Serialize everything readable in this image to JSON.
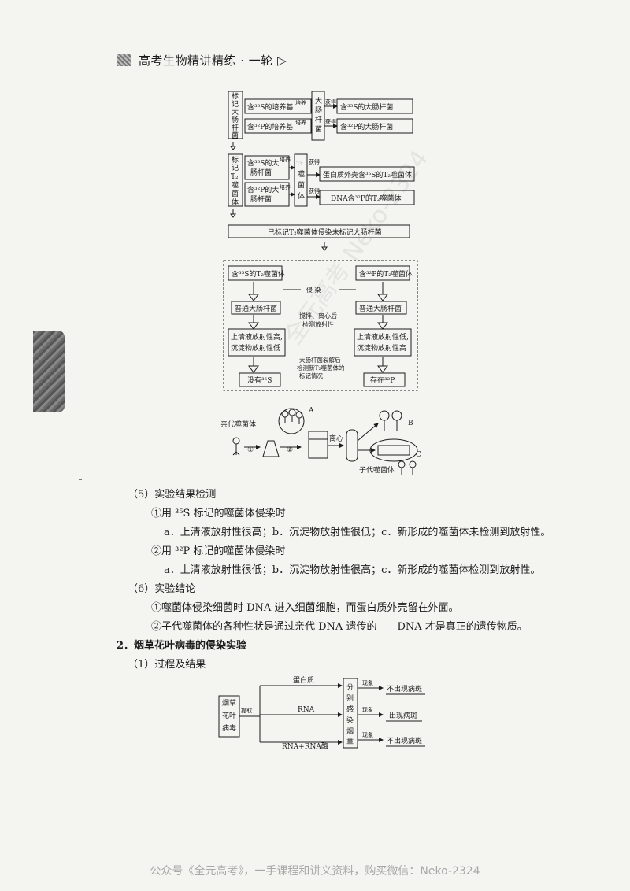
{
  "header": {
    "title": "高考生物精讲精练 · 一轮 ▷"
  },
  "diagram1": {
    "left_label_1": [
      "标",
      "记",
      "大",
      "肠",
      "杆",
      "菌"
    ],
    "box_s_medium": "含³⁵S的培养基",
    "box_p_medium": "含³²P的培养基",
    "culture": "培养",
    "obtain": "获得",
    "ecoli_vertical": [
      "大",
      "肠",
      "杆",
      "菌"
    ],
    "box_s_ecoli": "含³⁵S的大肠杆菌",
    "box_p_ecoli": "含³²P的大肠杆菌",
    "left_label_2": [
      "标",
      "记",
      "T₂",
      "噬",
      "菌",
      "体"
    ],
    "box_s_ecoli_2a": "含³⁵S的大",
    "box_s_ecoli_2b": "肠杆菌",
    "box_p_ecoli_2a": "含³²P的大",
    "box_p_ecoli_2b": "肠杆菌",
    "phage_vertical": [
      "T₂",
      "噬",
      "菌",
      "体"
    ],
    "box_s_phage": "蛋白质外壳含³⁵S的T₂噬菌体",
    "box_p_phage": "DNA含³²P的T₂噬菌体",
    "infect_bar": "已标记T₂噬菌体侵染未标记大肠杆菌"
  },
  "diagram2": {
    "left_phage": "含³⁵S的T₂噬菌体",
    "right_phage": "含³²P的T₂噬菌体",
    "infect": "侵  染",
    "left_ecoli": "普通大肠杆菌",
    "right_ecoli": "普通大肠杆菌",
    "stir_a": "搅拌、离心后",
    "stir_b": "检测放射性",
    "left_res_a": "上清液放射性高,",
    "left_res_b": "沉淀物放射性低",
    "right_res_a": "上清液放射性低,",
    "right_res_b": "沉淀物放射性高",
    "lyse_a": "大肠杆菌裂解后",
    "lyse_b": "检测新T₂噬菌体的",
    "lyse_c": "标记情况",
    "left_final": "没有³⁵S",
    "right_final": "存在³²P"
  },
  "diagram3": {
    "parent": "亲代噬菌体",
    "step1": "①",
    "step2": "②",
    "centrifuge": "离心",
    "label_a": "A",
    "label_b": "B",
    "label_c": "C",
    "offspring": "子代噬菌体"
  },
  "text": {
    "s5": "（5）实验结果检测",
    "s5_1": "①用 ³⁵S 标记的噬菌体侵染时",
    "s5_1a": "a．上清液放射性很高；b．沉淀物放射性很低；c．新形成的噬菌体未检测到放射性。",
    "s5_2": "②用 ³²P 标记的噬菌体侵染时",
    "s5_2a": "a．上清液放射性很低；b．沉淀物放射性很高；c．新形成的噬菌体检测到放射性。",
    "s6": "（6）实验结论",
    "s6_1": "①噬菌体侵染细菌时 DNA 进入细菌细胞，而蛋白质外壳留在外面。",
    "s6_2": "②子代噬菌体的各种性状是通过亲代 DNA 遗传的——DNA 才是真正的遗传物质。",
    "h2": "2．烟草花叶病毒的侵染实验",
    "h2_1": "（1）过程及结果"
  },
  "diagram4": {
    "tmv": [
      "烟草",
      "花叶",
      "病毒"
    ],
    "extract": "提取",
    "protein": "蛋白质",
    "rna": "RNA",
    "rna_enzyme": "RNA+RNA酶",
    "infect_vertical": [
      "分",
      "别",
      "感",
      "染",
      "烟",
      "草"
    ],
    "phenomenon": "现象",
    "res1": "不出现病斑",
    "res2": "出现病斑",
    "res3": "不出现病斑"
  },
  "watermark": "全元高考 Neko-2324",
  "footer": "公众号《全元高考》，一手课程和讲义资料，购买微信：Neko-2324"
}
